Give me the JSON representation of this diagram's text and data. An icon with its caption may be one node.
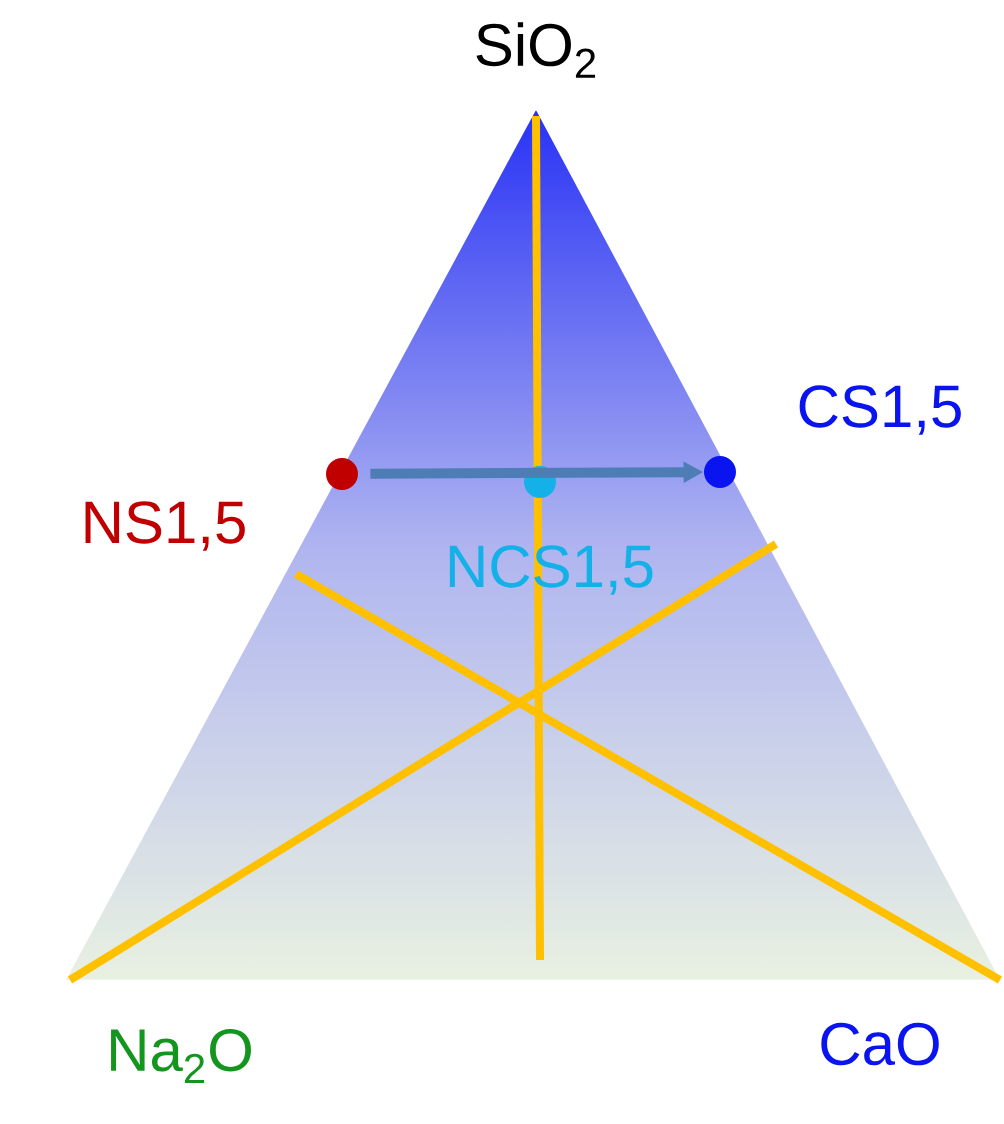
{
  "diagram": {
    "nodes": [
      {
        "text": [],
        "shape": "circle",
        "beside": [
          "NS1,5"
        ]
      },
      {
        "text": [],
        "shape": "circle",
        "beside": [
          "NCS1,5"
        ]
      },
      {
        "text": [],
        "shape": "circle",
        "beside": [
          "CS1,5"
        ]
      }
    ],
    "edges": [
      {
        "from": 0,
        "to": 2,
        "arrow": "to"
      }
    ],
    "labels": [
      "SiO$_{2}$",
      "Na$_{2}$O",
      "CaO"
    ]
  }
}
